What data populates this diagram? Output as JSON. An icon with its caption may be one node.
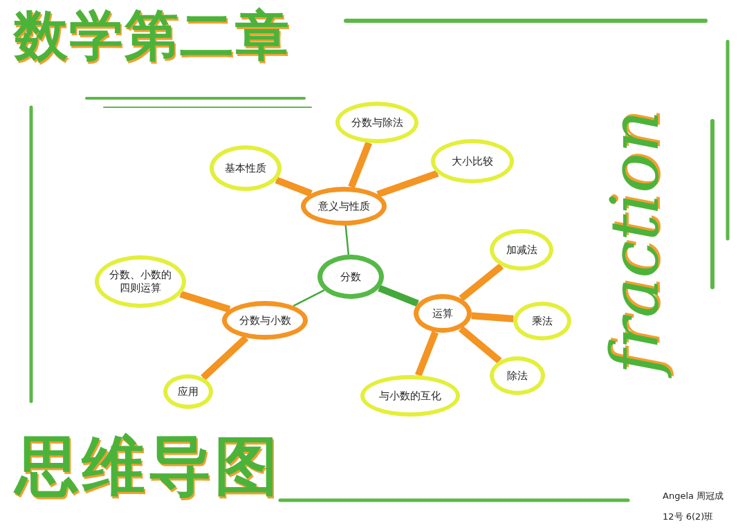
{
  "diagram": {
    "title": "数学第二章",
    "nodes": [
      {
        "text": [
          "分数"
        ]
      },
      {
        "text": [
          "意义与性质"
        ]
      },
      {
        "text": [
          "基本性质"
        ]
      },
      {
        "text": [
          "分数与除法"
        ]
      },
      {
        "text": [
          "大小比较"
        ]
      },
      {
        "text": [
          "分数与小数"
        ]
      },
      {
        "text": [
          "分数、小数的四则运算"
        ]
      },
      {
        "text": [
          "应用"
        ]
      },
      {
        "text": [
          "运算"
        ]
      },
      {
        "text": [
          "加减法"
        ]
      },
      {
        "text": [
          "乘法"
        ]
      },
      {
        "text": [
          "除法"
        ]
      },
      {
        "text": [
          "与小数的互化"
        ]
      }
    ],
    "edges": [
      {
        "from": 0,
        "to": 1,
        "arrow": "none",
        "color": "#44a83a"
      },
      {
        "from": 0,
        "to": 5,
        "arrow": "none",
        "color": "#44a83a"
      },
      {
        "from": 0,
        "to": 8,
        "arrow": "none",
        "color": "#44a83a"
      },
      {
        "from": 1,
        "to": 2,
        "arrow": "none"
      },
      {
        "from": 1,
        "to": 3,
        "arrow": "none"
      },
      {
        "from": 1,
        "to": 4,
        "arrow": "none"
      },
      {
        "from": 5,
        "to": 6,
        "arrow": "none"
      },
      {
        "from": 5,
        "to": 7,
        "arrow": "none"
      },
      {
        "from": 8,
        "to": 9,
        "arrow": "none"
      },
      {
        "from": 8,
        "to": 10,
        "arrow": "none"
      },
      {
        "from": 8,
        "to": 11,
        "arrow": "none"
      },
      {
        "from": 8,
        "to": 12,
        "arrow": "none"
      }
    ],
    "labels": [
      "思维导图",
      "fraction",
      "Angela 周冠成",
      "12号 6(2)班"
    ]
  }
}
